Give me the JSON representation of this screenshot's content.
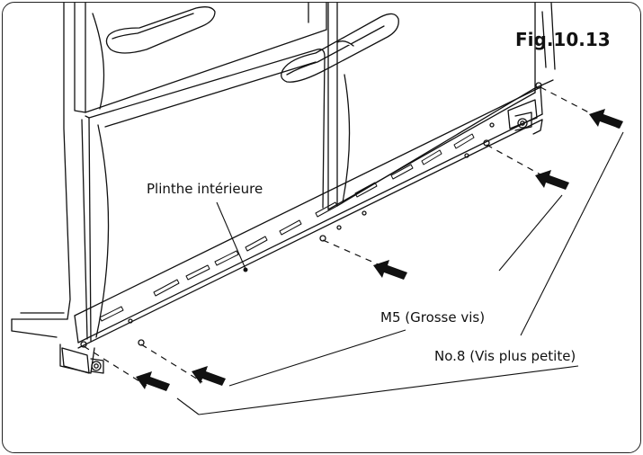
{
  "figure": {
    "number": "Fig.10.13"
  },
  "labels": {
    "plinth": "Plinthe intérieure",
    "m5": "M5 (Grosse vis)",
    "no8": "No.8 (Vis plus petite)"
  },
  "colors": {
    "line": "#111111",
    "background": "#ffffff"
  }
}
